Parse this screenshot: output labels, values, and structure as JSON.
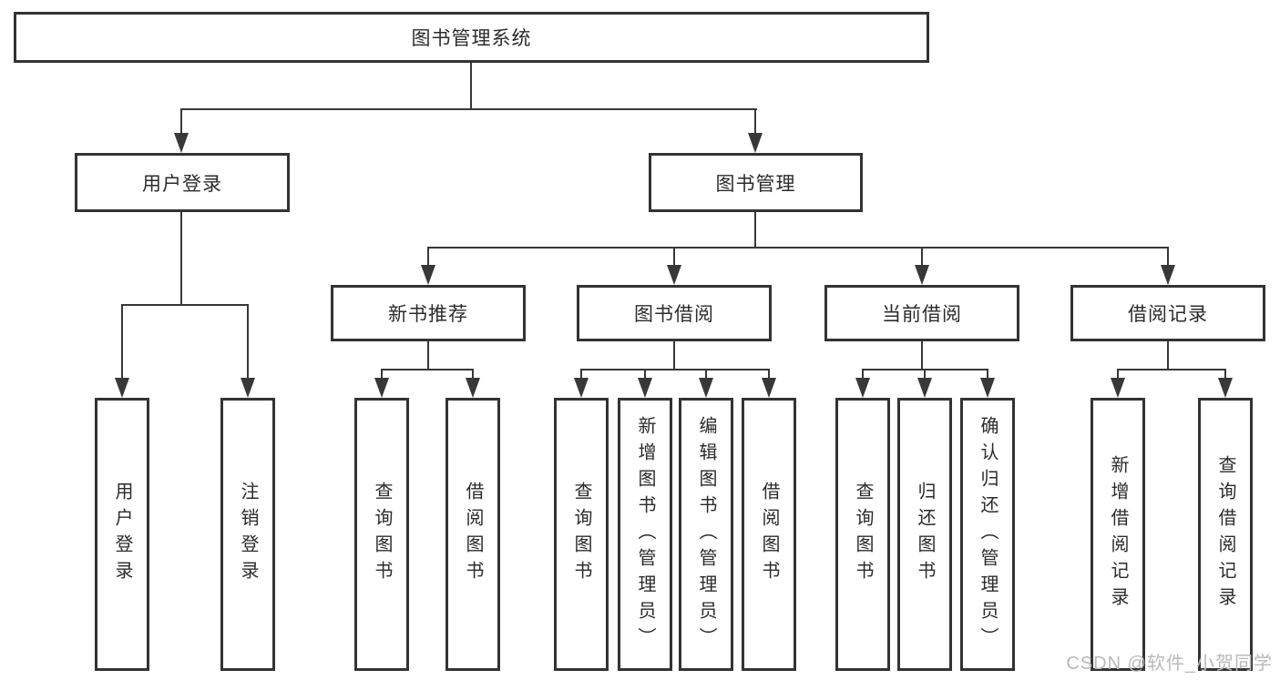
{
  "tree": {
    "root": {
      "label": "图书管理系统",
      "children": [
        {
          "label": "用户登录",
          "children": [
            {
              "label": "用户登录"
            },
            {
              "label": "注销登录"
            }
          ]
        },
        {
          "label": "图书管理",
          "children": [
            {
              "label": "新书推荐",
              "children": [
                {
                  "label": "查询图书"
                },
                {
                  "label": "借阅图书"
                }
              ]
            },
            {
              "label": "图书借阅",
              "children": [
                {
                  "label": "查询图书"
                },
                {
                  "label": "新增图书（管理员）"
                },
                {
                  "label": "编辑图书（管理员）"
                },
                {
                  "label": "借阅图书"
                }
              ]
            },
            {
              "label": "当前借阅",
              "children": [
                {
                  "label": "查询图书"
                },
                {
                  "label": "归还图书"
                },
                {
                  "label": "确认归还（管理员）"
                }
              ]
            },
            {
              "label": "借阅记录",
              "children": [
                {
                  "label": "新增借阅记录"
                },
                {
                  "label": "查询借阅记录"
                }
              ]
            }
          ]
        }
      ]
    }
  },
  "watermark": "CSDN @软件_小贺同学",
  "colors": {
    "line": "#383838",
    "border": "#333333",
    "fill": "#ffffff",
    "text": "#2b2b2b",
    "watermark": "#b9b9b9"
  }
}
